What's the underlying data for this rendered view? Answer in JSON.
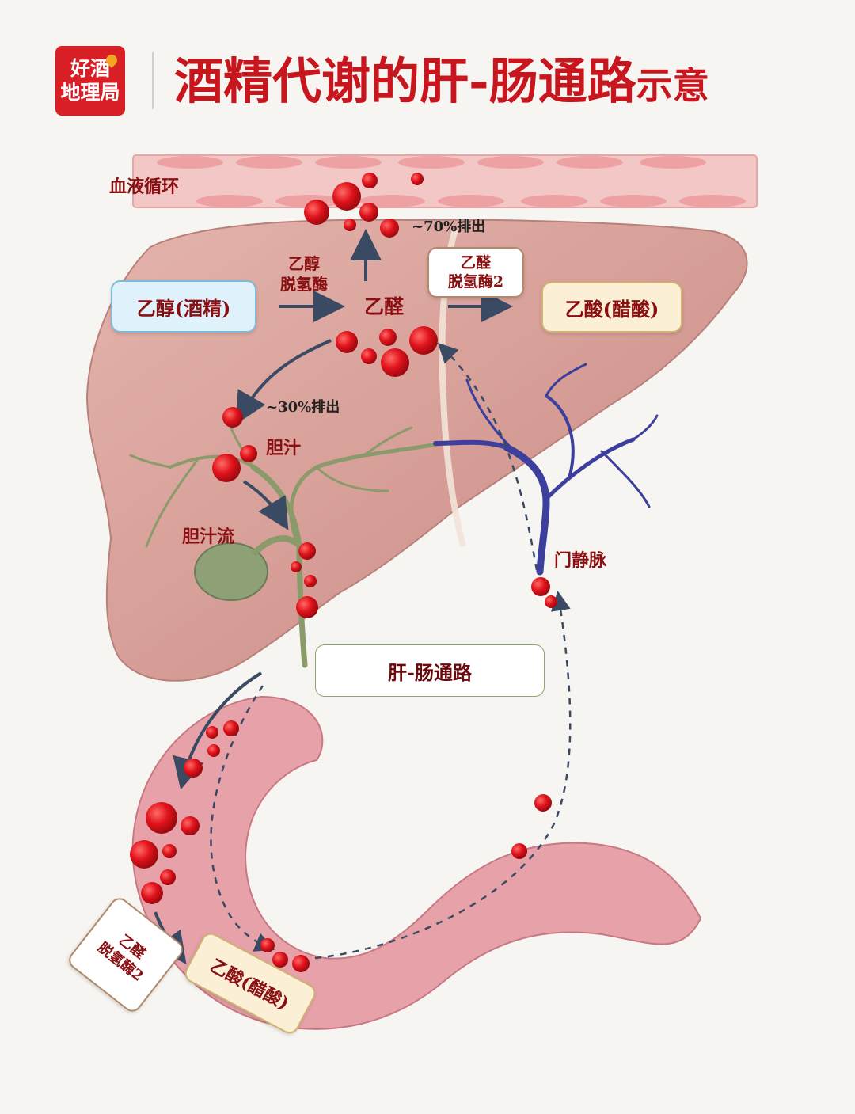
{
  "brand": {
    "logo_line1": "好酒",
    "logo_line2": "地理局"
  },
  "title": {
    "main": "酒精代谢的肝-肠通路",
    "suffix": "示意"
  },
  "labels": {
    "blood": "血液循环",
    "excrete70": "~70%排出",
    "enzyme1_line1": "乙醇",
    "enzyme1_line2": "脱氢酶",
    "enzyme2_line1": "乙醛",
    "enzyme2_line2": "脱氢酶2",
    "ethanol": "乙醇(酒精)",
    "acetaldehyde": "乙醛",
    "acetic_acid": "乙酸(醋酸)",
    "excrete30": "~30%排出",
    "bile": "胆汁",
    "bile_flow": "胆汁流",
    "portal_vein": "门静脉",
    "liver_gut_path": "肝-肠通路",
    "enzyme3_line1": "乙醛",
    "enzyme3_line2": "脱氢酶2",
    "acetic_acid_gut": "乙酸(醋酸)"
  },
  "colors": {
    "brand_red": "#d81f26",
    "title_red": "#c8161e",
    "liver": "#d39b95",
    "bile_duct": "#8a9a6a",
    "portal_vein": "#3c3f9c",
    "intestine": "#e49aa3",
    "molecule": "#e0121b"
  }
}
